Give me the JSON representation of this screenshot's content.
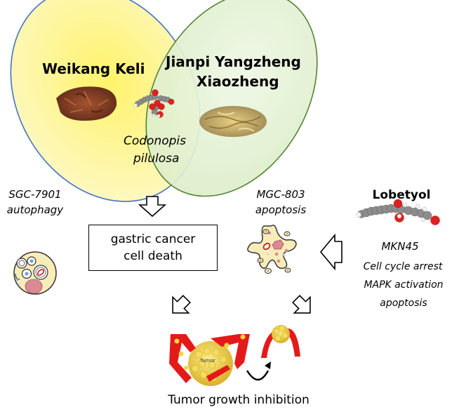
{
  "diagram": {
    "title_left_set": "Weikang Keli",
    "title_right_set_line1": "Jianpi Yangzheng",
    "title_right_set_line2": "Xiaozheng",
    "overlap_label_line1": "Codonopis",
    "overlap_label_line2": "pilulosa",
    "center_box_line1": "gastric cancer",
    "center_box_line2": "cell death",
    "left_cell": {
      "line1": "SGC-7901",
      "line2": "autophagy"
    },
    "middle_cell": {
      "line1": "MGC-803",
      "line2": "apoptosis"
    },
    "compound": {
      "name": "Lobetyol",
      "cell_line": "MKN45",
      "effect1": "Cell cycle arrest",
      "effect2": "MAPK activation",
      "effect3": "apoptosis"
    },
    "tumor_label": "Tumor",
    "bottom_label": "Tumor growth inhibition"
  },
  "colors": {
    "left_set_fill": "#fdf6a0",
    "left_set_stroke": "#4472c4",
    "right_set_fill": "#e3f2d4",
    "right_set_stroke": "#548235",
    "molecule_carbon": "#8c8c8c",
    "molecule_oxygen": "#e02020",
    "cell_fill": "#f8edb8",
    "cell_nucleus": "#d98a94",
    "tumor_vessel": "#e41a1a",
    "tumor_cells": "#f2d640"
  }
}
